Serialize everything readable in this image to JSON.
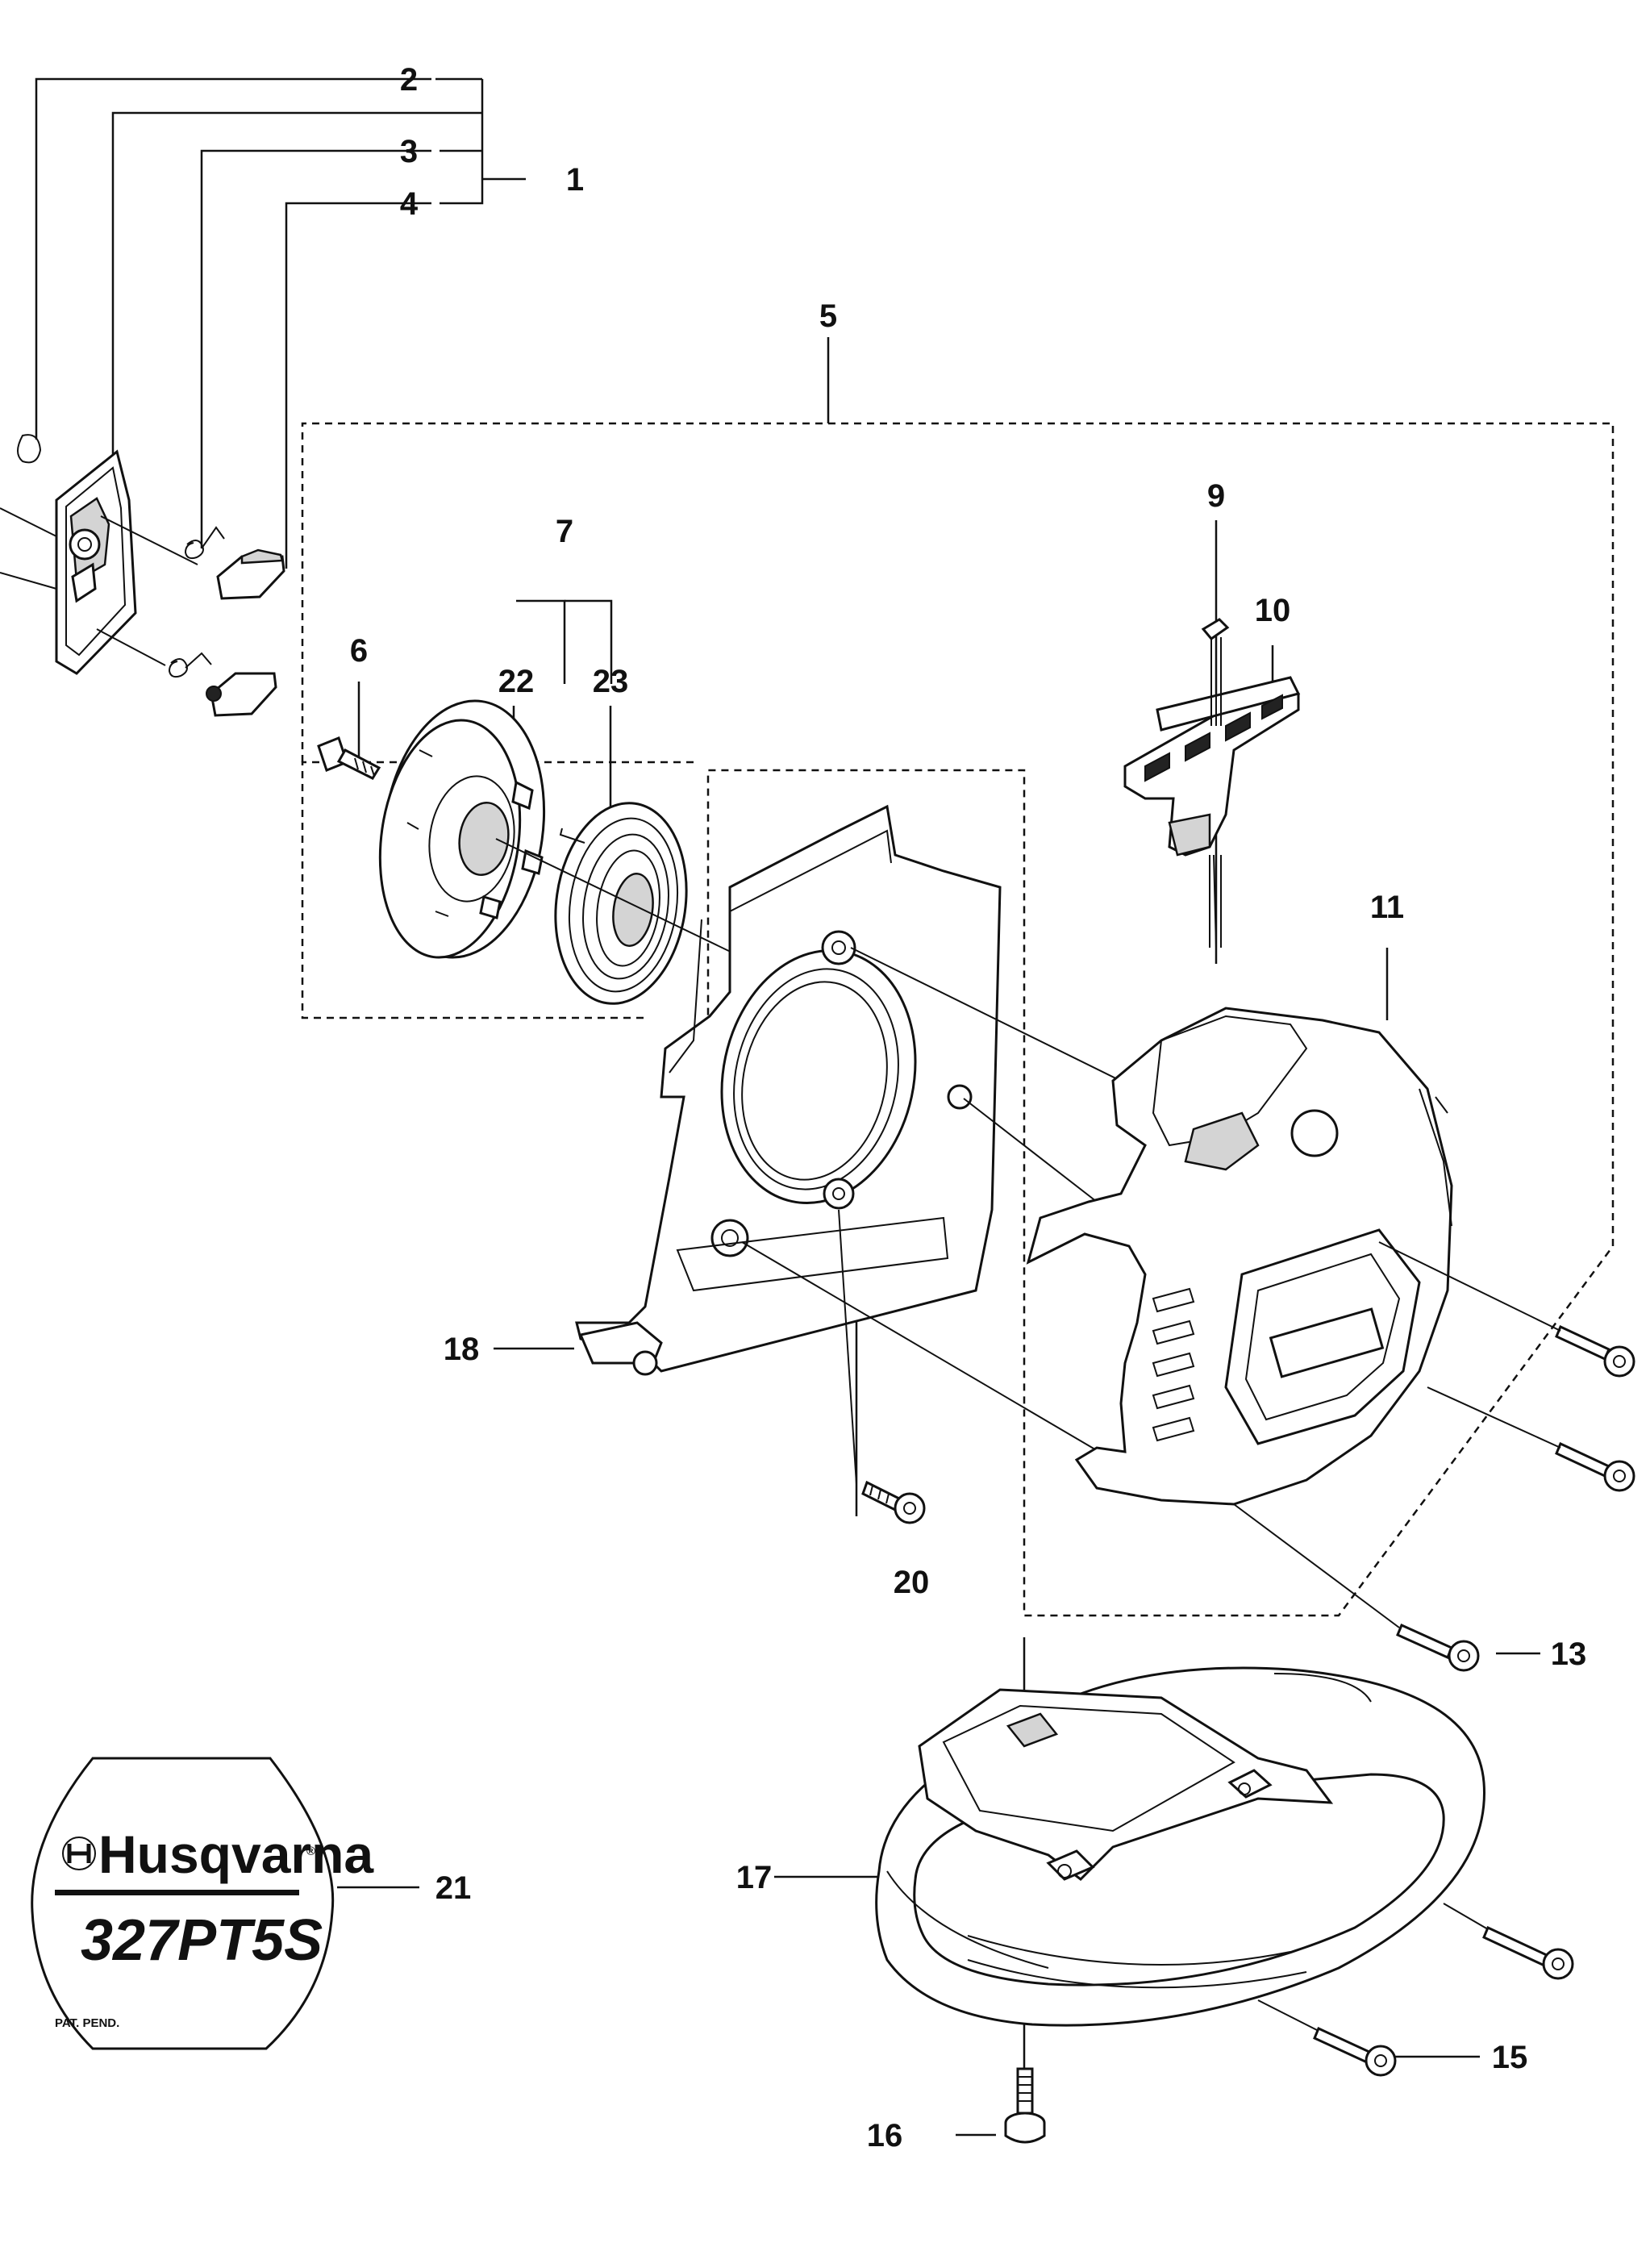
{
  "callouts": {
    "c1": "1",
    "c2": "2",
    "c3": "3",
    "c4": "4",
    "c5": "5",
    "c6": "6",
    "c7": "7",
    "c9": "9",
    "c10": "10",
    "c11": "11",
    "c13": "13",
    "c15": "15",
    "c16": "16",
    "c17": "17",
    "c18": "18",
    "c20": "20",
    "c21": "21",
    "c22": "22",
    "c23": "23"
  },
  "decal": {
    "brand": "Husqvarna",
    "registered": "®",
    "model": "327PT5S",
    "note": "PAT. PEND."
  }
}
